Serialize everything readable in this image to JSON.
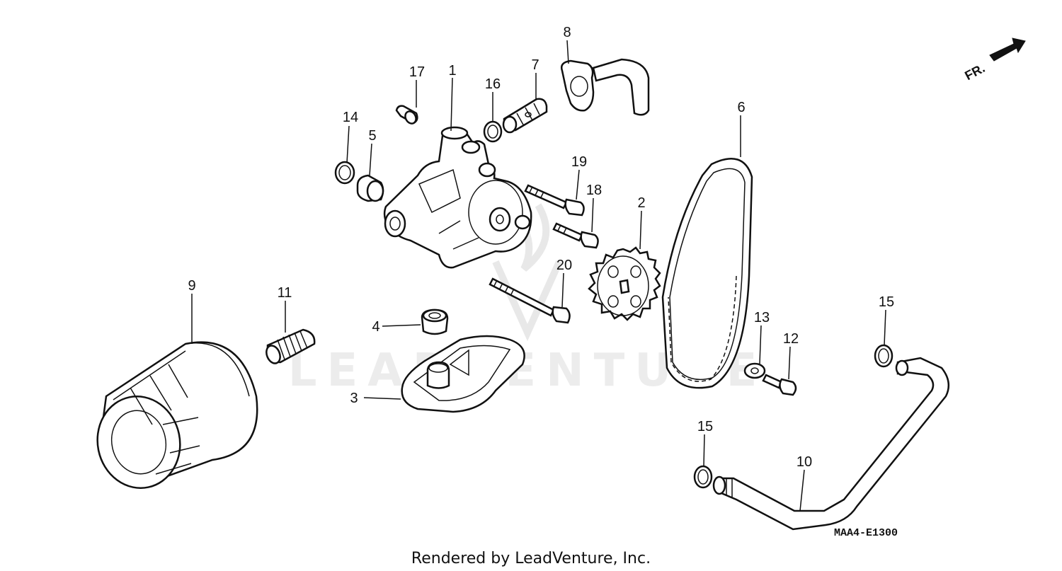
{
  "watermark": "LEADVENTURE",
  "orientation_label": "FR.",
  "diagram_code": "MAA4-E1300",
  "footer": "Rendered by LeadVenture, Inc.",
  "callouts": {
    "c1": "1",
    "c2": "2",
    "c3": "3",
    "c4": "4",
    "c5": "5",
    "c6": "6",
    "c7": "7",
    "c8": "8",
    "c9": "9",
    "c10": "10",
    "c11": "11",
    "c12": "12",
    "c13": "13",
    "c14": "14",
    "c15a": "15",
    "c15b": "15",
    "c16": "16",
    "c17": "17",
    "c18": "18",
    "c19": "19",
    "c20": "20"
  }
}
